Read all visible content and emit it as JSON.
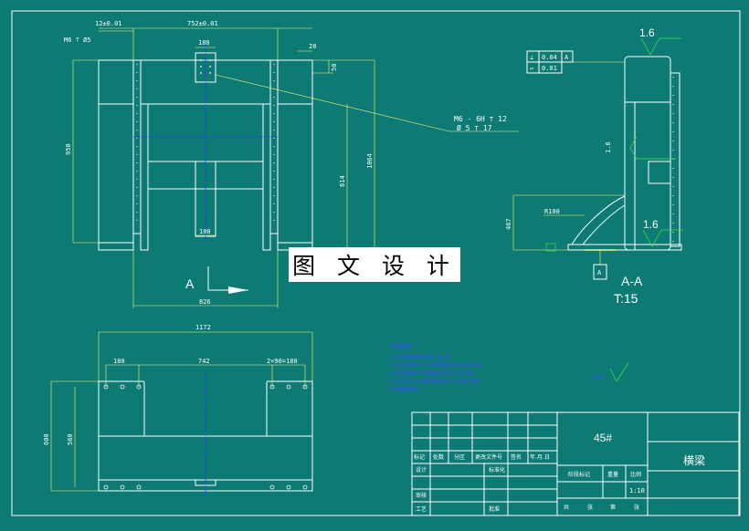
{
  "watermark": "图 文 设 计",
  "front_view": {
    "dims": {
      "top_left": "12±0.01",
      "top_mid": "752±0.01",
      "hole": "M6 ⊤ Ø5",
      "d180": "180",
      "d20": "20",
      "d50": "50",
      "d950": "950",
      "d100": "100",
      "d814": "814",
      "d1064": "1064",
      "d826": "826"
    },
    "callout_line1": "M6 - 6H ⊤ 12",
    "callout_line2": "Ø 5 ⊤ 17",
    "view_arrow_label": "A"
  },
  "side_view": {
    "rough_top": "1.6",
    "rough_mid": "1.6",
    "rough_bot": "1.6",
    "tol_perp": "⊥",
    "tol_perp_val": "0.04",
    "tol_perp_ref": "A",
    "tol_flat": "▱",
    "tol_flat_val": "0.01",
    "radius": "R100",
    "d467": "467",
    "datum": "A",
    "section_label": "A-A",
    "thickness": "T:15"
  },
  "top_view": {
    "d1172": "1172",
    "d180": "180",
    "d742": "742",
    "d2x90": "2×90=180",
    "d600": "600",
    "d560": "560"
  },
  "notes": {
    "title": "技术要求",
    "lines": [
      "1.公差原则按GB/T 4249",
      "2.未注线性尺寸公差等级GB1804 f级。",
      "3.未注角度公差等级GB11335 f级。",
      "4.未注形位公差等级GB/T 1184 H级。",
      "5.锐角倒钝。"
    ]
  },
  "other_rough": "其余",
  "title_block": {
    "material": "45#",
    "part_name": "横梁",
    "scale": "1:10",
    "row_labels": [
      "标记",
      "处数",
      "分区",
      "更改文件号",
      "签名",
      "年.月.日"
    ],
    "left_labels": [
      "设计",
      "审核",
      "工艺"
    ],
    "std": "标准化",
    "approve": "批准",
    "stage": "阶段标记",
    "weight": "重量",
    "ratio": "比例",
    "sheets": [
      "共",
      "张",
      "第",
      "张"
    ]
  }
}
